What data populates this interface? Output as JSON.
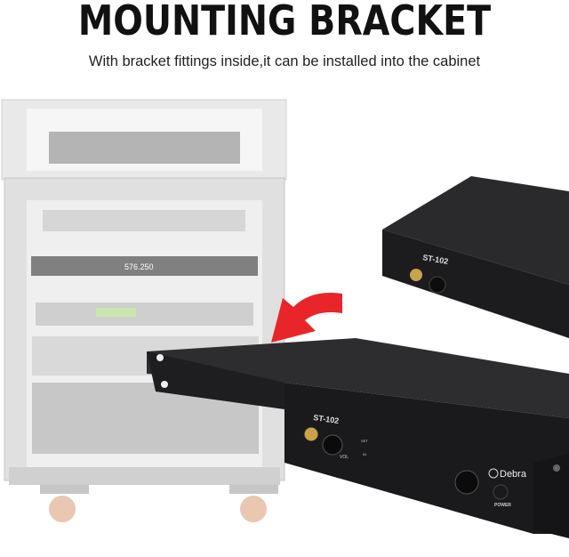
{
  "header": {
    "title": "MOUNTING BRACKET",
    "subtitle": "With bracket fittings inside,it can be installed into the cabinet"
  },
  "rack": {
    "display_text": "576.250"
  },
  "device": {
    "model": "ST-102",
    "vol_label": "VOL",
    "set_label": "SET",
    "in_label": "IN",
    "brand": "Debra",
    "power_label": "POWER"
  },
  "colors": {
    "arrow": "#e8262a",
    "device_body": "#1c1c1e",
    "rack_gray": "#cfcfcf"
  }
}
